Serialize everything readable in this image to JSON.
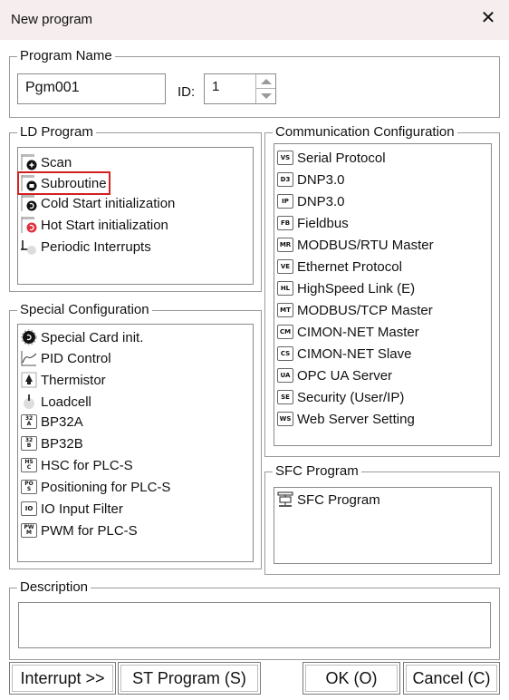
{
  "window": {
    "title": "New program"
  },
  "program_name": {
    "legend": "Program Name",
    "value": "Pgm001",
    "id_label": "ID:",
    "id_value": "1"
  },
  "ld_program": {
    "legend": "LD Program",
    "items": [
      {
        "label": "Scan",
        "icon": "scan-icon"
      },
      {
        "label": "Subroutine",
        "icon": "subroutine-icon",
        "selected": true
      },
      {
        "label": "Cold Start initialization",
        "icon": "cold-start-icon"
      },
      {
        "label": "Hot Start initialization",
        "icon": "hot-start-icon"
      },
      {
        "label": "Periodic Interrupts",
        "icon": "periodic-interrupt-icon"
      }
    ]
  },
  "communication": {
    "legend": "Communication Configuration",
    "items": [
      {
        "tag": "VS",
        "label": "Serial Protocol"
      },
      {
        "tag": "D3",
        "label": "DNP3.0"
      },
      {
        "tag": "IP",
        "label": "DNP3.0"
      },
      {
        "tag": "FB",
        "label": "Fieldbus"
      },
      {
        "tag": "MR",
        "label": "MODBUS/RTU Master"
      },
      {
        "tag": "VE",
        "label": "Ethernet Protocol"
      },
      {
        "tag": "HL",
        "label": "HighSpeed Link (E)"
      },
      {
        "tag": "MT",
        "label": "MODBUS/TCP Master"
      },
      {
        "tag": "CM",
        "label": "CIMON-NET Master"
      },
      {
        "tag": "CS",
        "label": "CIMON-NET Slave"
      },
      {
        "tag": "UA",
        "label": "OPC UA Server"
      },
      {
        "tag": "SE",
        "label": "Security (User/IP)"
      },
      {
        "tag": "WS",
        "label": "Web Server Setting"
      }
    ]
  },
  "special": {
    "legend": "Special Configuration",
    "items": [
      {
        "icon": "special-card-icon",
        "tag": "",
        "label": "Special Card init."
      },
      {
        "icon": "pid-icon",
        "tag": "",
        "label": "PID Control"
      },
      {
        "icon": "thermistor-icon",
        "tag": "",
        "label": "Thermistor"
      },
      {
        "icon": "loadcell-icon",
        "tag": "",
        "label": "Loadcell"
      },
      {
        "icon": "bp32a-icon",
        "tag": "32|A",
        "label": "BP32A"
      },
      {
        "icon": "bp32b-icon",
        "tag": "32|B",
        "label": "BP32B"
      },
      {
        "icon": "hsc-icon",
        "tag": "HS|C",
        "label": "HSC for PLC-S"
      },
      {
        "icon": "positioning-icon",
        "tag": "PO|S",
        "label": "Positioning for PLC-S"
      },
      {
        "icon": "io-filter-icon",
        "tag": "IO",
        "label": "IO Input Filter"
      },
      {
        "icon": "pwm-icon",
        "tag": "PW|M",
        "label": "PWM for PLC-S"
      }
    ]
  },
  "sfc": {
    "legend": "SFC Program",
    "item": "SFC Program"
  },
  "description": {
    "legend": "Description",
    "value": ""
  },
  "buttons": {
    "interrupt": "Interrupt >>",
    "st_program": "ST Program (S)",
    "ok": "OK (O)",
    "cancel": "Cancel (C)"
  },
  "colors": {
    "titlebar": "#f6eeee",
    "selection_outline": "#d32020",
    "hot_start_icon": "#e0303a"
  }
}
